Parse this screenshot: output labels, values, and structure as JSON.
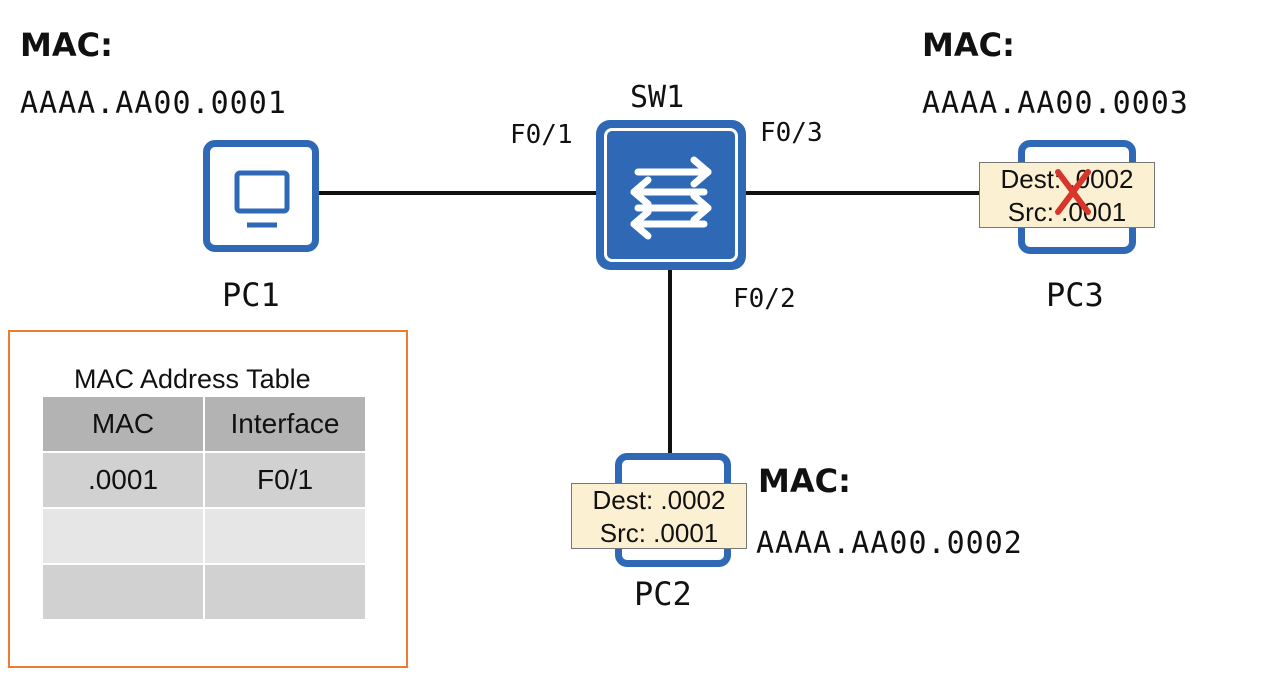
{
  "pc1": {
    "mac_title": "MAC:",
    "mac_addr": "AAAA.AA00.0001",
    "label": "PC1"
  },
  "pc2": {
    "mac_title": "MAC:",
    "mac_addr": "AAAA.AA00.0002",
    "label": "PC2"
  },
  "pc3": {
    "mac_title": "MAC:",
    "mac_addr": "AAAA.AA00.0003",
    "label": "PC3"
  },
  "switch": {
    "label": "SW1",
    "ports": {
      "f01": "F0/1",
      "f02": "F0/2",
      "f03": "F0/3"
    }
  },
  "frame_pc2": {
    "dest": "Dest: .0002",
    "src": "Src: .0001"
  },
  "frame_pc3": {
    "dest": "Dest: .0002",
    "src": "Src: .0001"
  },
  "mac_table": {
    "title": "MAC Address Table",
    "headers": [
      "MAC",
      "Interface"
    ],
    "rows": [
      [
        ".0001",
        "F0/1"
      ],
      [
        "",
        ""
      ],
      [
        "",
        ""
      ]
    ]
  },
  "colors": {
    "device_blue": "#2f69b6",
    "table_border": "#f07a32",
    "frame_bg": "#fbf0d2",
    "drop_x": "#d9362b"
  }
}
